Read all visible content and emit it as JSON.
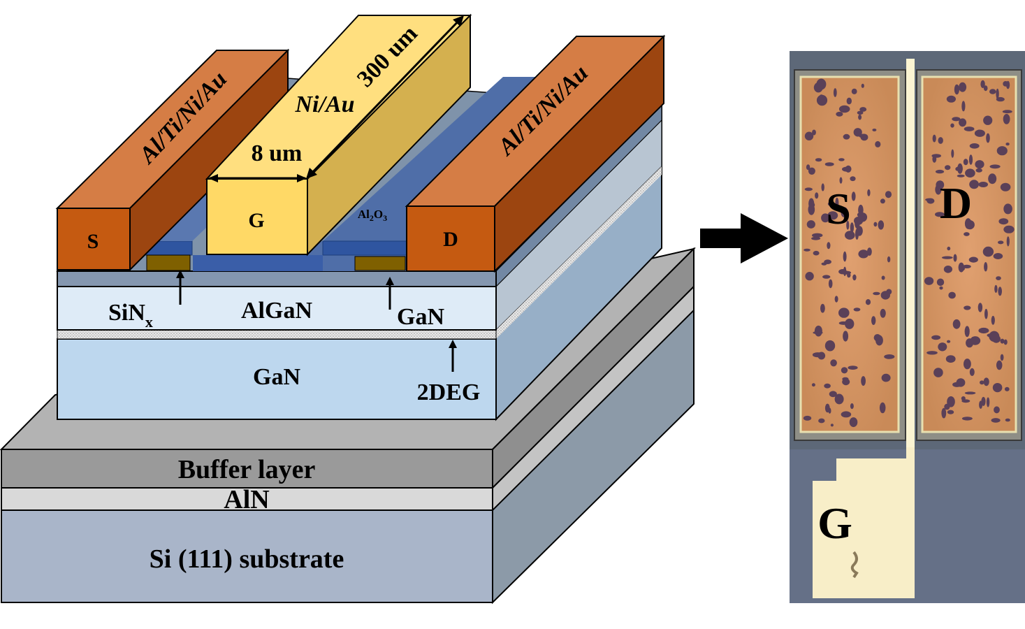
{
  "diagram": {
    "layers": {
      "substrate": "Si (111) substrate",
      "nucleation": "AlN",
      "buffer": "Buffer layer",
      "channel": "GaN",
      "barrier": "AlGaN",
      "twodeg": "2DEG",
      "cap": "GaN",
      "passivation_main": "SiN",
      "passivation_sub": "x",
      "dielectric_main": "Al",
      "dielectric_sub1": "2",
      "dielectric_mid": "O",
      "dielectric_sub2": "3"
    },
    "contacts": {
      "source_metal": "Al/Ti/Ni/Au",
      "drain_metal": "Al/Ti/Ni/Au",
      "gate_metal": "Ni/Au",
      "source_label": "S",
      "drain_label": "D",
      "gate_label": "G"
    },
    "dimensions": {
      "gate_width": "8 um",
      "gate_length": "300 um"
    }
  },
  "photo": {
    "source_label": "S",
    "drain_label": "D",
    "gate_label": "G"
  },
  "colors": {
    "substrate_front": "#a9b5c9",
    "buffer_front": "#9a9a9a",
    "aln_front": "#d9d9d9",
    "gan_front": "#bdd7ee",
    "algan_front": "#deebf7",
    "ohmic_front": "#c55a11",
    "ohmic_top": "#d57d45",
    "ohmic_side": "#9c4510",
    "gate_front": "#ffd966",
    "gate_top": "#ffdf7f",
    "gate_side": "#d4b04f",
    "oxide": "#4a6aa6",
    "photo_bg": "#657087",
    "pad": "#d08e5e",
    "gate_pad": "#f8eec8"
  }
}
